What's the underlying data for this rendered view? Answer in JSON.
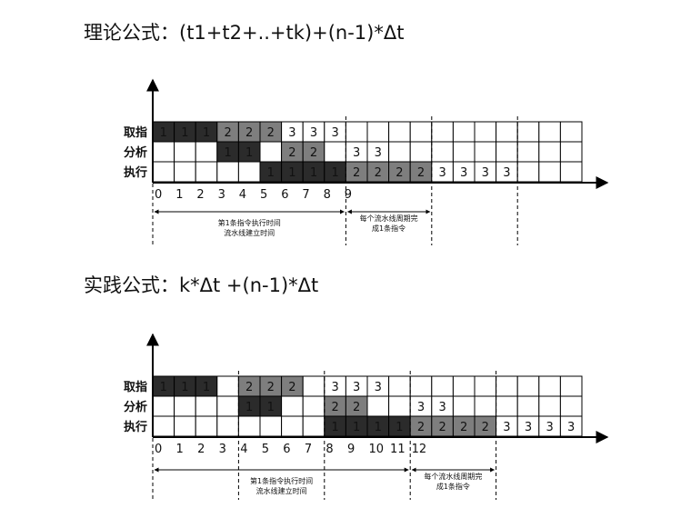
{
  "sections": [
    {
      "title": "理论公式：(t1+t2+..+tk)+(n-1)*Δt",
      "row_labels": [
        "取指",
        "分析",
        "执行"
      ],
      "tick_labels": [
        "0",
        "1",
        "2",
        "3",
        "4",
        "5",
        "6",
        "7",
        "8",
        "9"
      ],
      "rows": [
        [
          "1",
          "1",
          "1",
          "2",
          "2",
          "2",
          "3",
          "3",
          "3",
          "",
          "",
          "",
          "",
          "",
          "",
          "",
          "",
          "",
          "",
          ""
        ],
        [
          "",
          "",
          "",
          "1",
          "1",
          "",
          "2",
          "2",
          "",
          "3",
          "3",
          "",
          "",
          "",
          "",
          "",
          "",
          "",
          "",
          ""
        ],
        [
          "",
          "",
          "",
          "",
          "",
          "1",
          "1",
          "1",
          "1",
          "2",
          "2",
          "2",
          "2",
          "3",
          "3",
          "3",
          "3",
          "",
          "",
          ""
        ]
      ],
      "annotation_left": [
        "第1条指令执行时间",
        "流水线建立时间"
      ],
      "annotation_right": [
        "每个流水线周期完",
        "成1条指令"
      ]
    },
    {
      "title": "实践公式：k*Δt +(n-1)*Δt",
      "row_labels": [
        "取指",
        "分析",
        "执行"
      ],
      "tick_labels": [
        "0",
        "1",
        "2",
        "3",
        "4",
        "5",
        "6",
        "7",
        "8",
        "9",
        "10",
        "11",
        "12"
      ],
      "rows": [
        [
          "1",
          "1",
          "1",
          "",
          "2",
          "2",
          "2",
          "",
          "3",
          "3",
          "3",
          "",
          "",
          "",
          "",
          "",
          "",
          "",
          "",
          ""
        ],
        [
          "",
          "",
          "",
          "",
          "1",
          "1",
          "",
          "",
          "2",
          "2",
          "",
          "",
          "3",
          "3",
          "",
          "",
          "",
          "",
          "",
          ""
        ],
        [
          "",
          "",
          "",
          "",
          "",
          "",
          "",
          "",
          "1",
          "1",
          "1",
          "1",
          "2",
          "2",
          "2",
          "2",
          "3",
          "3",
          "3",
          "3"
        ]
      ],
      "annotation_left": [
        "第1条指令执行时间",
        "流水线建立时间"
      ],
      "annotation_right": [
        "每个流水线周期完",
        "成1条指令"
      ]
    }
  ],
  "colors": {
    "instr_1": "#2b2b2b",
    "instr_2": "#7e7e7e",
    "instr_3": "#ffffff",
    "grid": "#000000"
  }
}
